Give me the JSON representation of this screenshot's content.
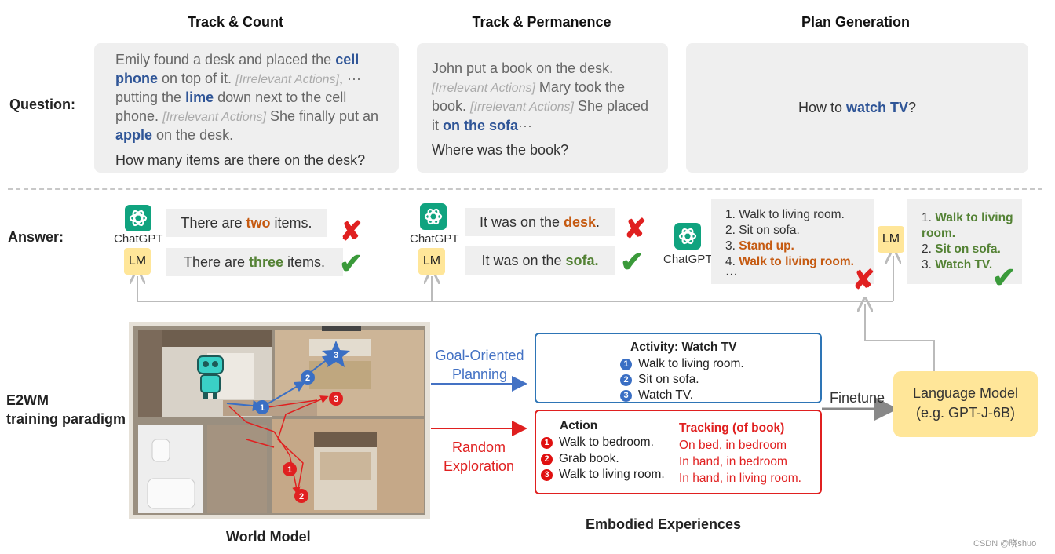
{
  "columns": {
    "track_count": "Track & Count",
    "track_permanence": "Track & Permanence",
    "plan_generation": "Plan Generation"
  },
  "row_labels": {
    "question": "Question:",
    "answer": "Answer:",
    "e2wm_line1": "E2WM",
    "e2wm_line2": "training paradigm"
  },
  "q1": {
    "p1": "Emily found a desk and placed the ",
    "k1": "cell phone",
    "p2": " on top of it. ",
    "irr1": "[Irrelevant Actions]",
    "p3": ", ··· putting the ",
    "k2": "lime",
    "p4": " down next to the cell phone. ",
    "irr2": "[Irrelevant Actions]",
    "p5": "  She finally put an ",
    "k3": "apple",
    "p6": " on the desk.",
    "question": "How many items are there on the desk?"
  },
  "q2": {
    "p1": "John put a book on the desk. ",
    "irr1": "[Irrelevant Actions]",
    "p2": " Mary took the book. ",
    "irr2": "[Irrelevant Actions]",
    "p3": " She placed it ",
    "k1": "on the sofa",
    "p4": "···",
    "question": "Where was the book?"
  },
  "q3": {
    "p1": "How to ",
    "k1": "watch TV",
    "p2": "?"
  },
  "answers": {
    "chatgpt": "ChatGPT",
    "lm": "LM",
    "a1_wrong_pre": "There are ",
    "a1_wrong_kw": "two",
    "a1_wrong_post": " items.",
    "a1_right_pre": "There are ",
    "a1_right_kw": "three",
    "a1_right_post": " items.",
    "a2_wrong_pre": "It was on the ",
    "a2_wrong_kw": "desk",
    "a2_wrong_post": ".",
    "a2_right_pre": "It was on the ",
    "a2_right_kw": "sofa.",
    "plan_gpt": [
      "1. Walk to living room.",
      "2. Sit on sofa.",
      "3. ",
      "Stand up.",
      "4. ",
      "Walk to living room.",
      "···"
    ],
    "plan_lm": [
      "1. ",
      "Walk to living room.",
      "2. ",
      "Sit on sofa.",
      "3. ",
      "Watch TV."
    ]
  },
  "map": {
    "caption": "World Model",
    "goal_points": [
      "1",
      "2",
      "3"
    ],
    "random_points": [
      "1",
      "2",
      "3"
    ]
  },
  "goal_label": {
    "line1": "Goal-Oriented",
    "line2": "Planning"
  },
  "random_label": {
    "line1": "Random",
    "line2": "Exploration"
  },
  "activity": {
    "title": "Activity: Watch TV",
    "steps": [
      "Walk to living room.",
      "Sit on sofa.",
      "Watch TV."
    ],
    "nums": [
      "1",
      "2",
      "3"
    ]
  },
  "action": {
    "title": "Action",
    "steps": [
      "Walk to bedroom.",
      "Grab book.",
      "Walk to living room."
    ],
    "nums": [
      "1",
      "2",
      "3"
    ],
    "tracking_title": "Tracking (of book)",
    "tracking": [
      "On bed, in bedroom",
      "In hand, in bedroom",
      "In hand, in living room."
    ]
  },
  "embodied": "Embodied Experiences",
  "finetune": "Finetune",
  "language_model": {
    "line1": "Language Model",
    "line2": "(e.g. GPT-J-6B)"
  },
  "watermark": "CSDN @晓shuo",
  "colors": {
    "keyword_blue": "#2f5597",
    "wrong_orange": "#c55a11",
    "right_green": "#548235",
    "lm_yellow": "#ffe699",
    "arrow_red": "#e02020",
    "arrow_blue": "#4472c4"
  }
}
